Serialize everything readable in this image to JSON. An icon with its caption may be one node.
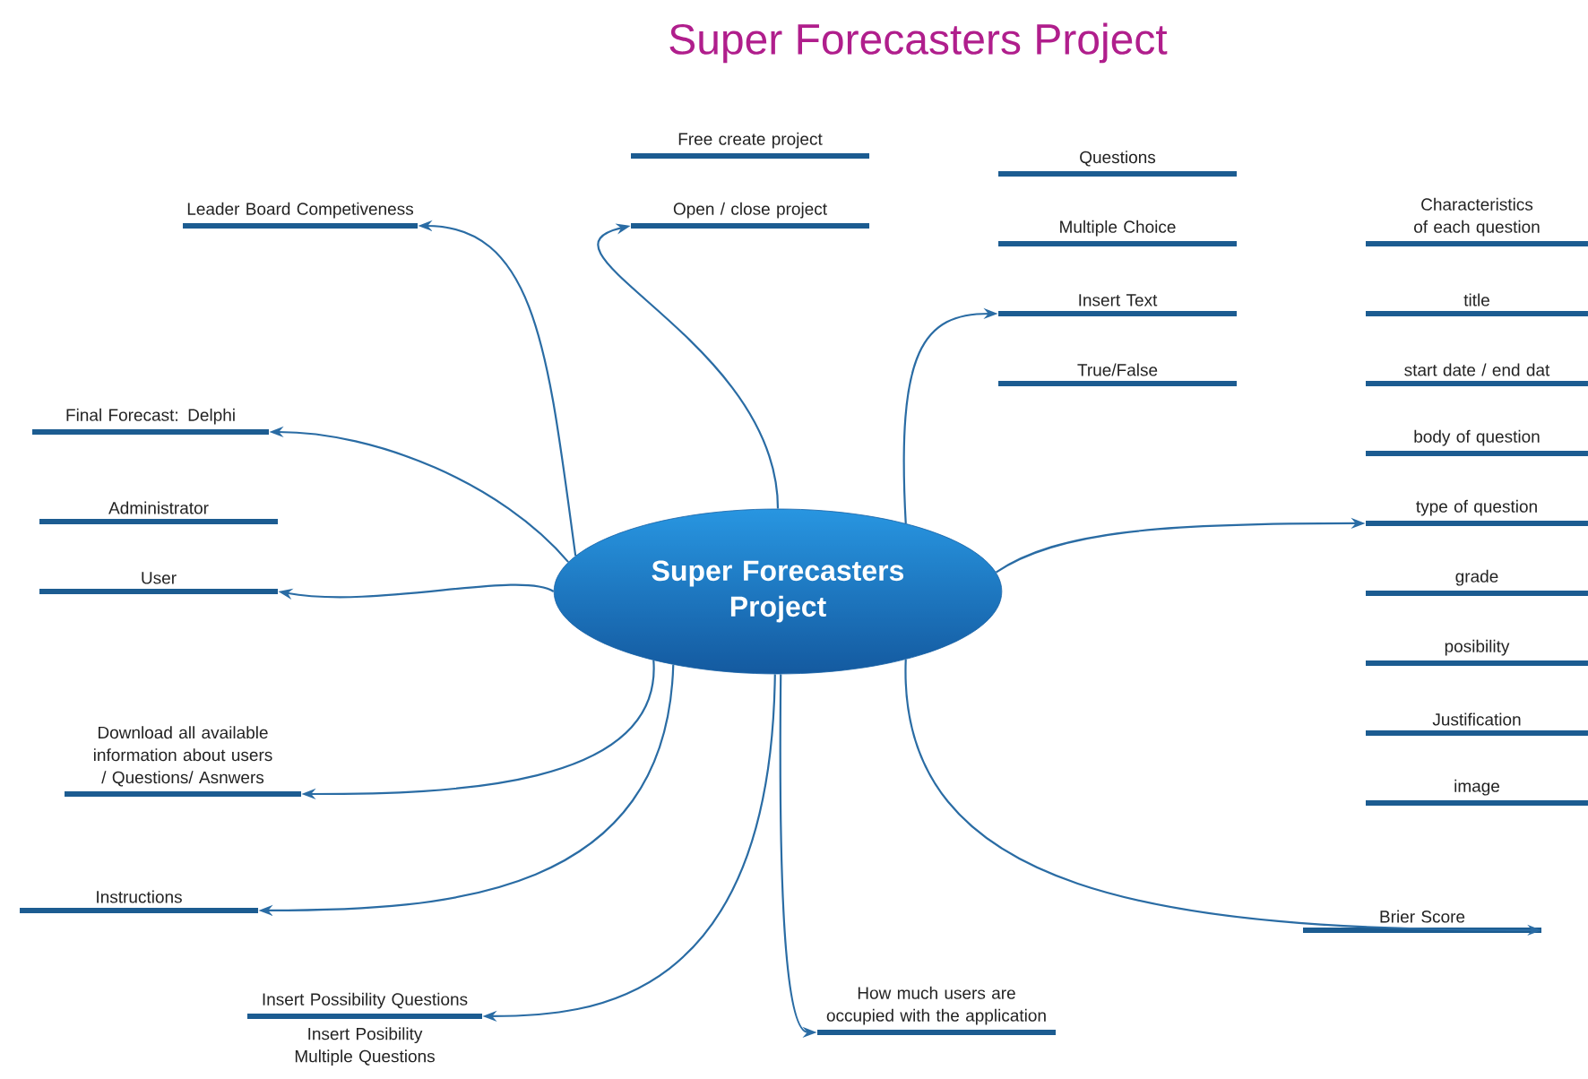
{
  "diagram": {
    "title": "Super Forecasters Project",
    "nodes": [
      {
        "text": [
          "Super Forecasters Project"
        ]
      },
      {
        "text": [
          "Free create project"
        ]
      },
      {
        "text": [
          "Open / close project"
        ]
      },
      {
        "text": [
          "Leader Board Competiveness"
        ]
      },
      {
        "text": [
          "Questions"
        ]
      },
      {
        "text": [
          "Multiple Choice"
        ]
      },
      {
        "text": [
          "Insert Text"
        ]
      },
      {
        "text": [
          "True/False"
        ]
      },
      {
        "text": [
          "Characteristics of each question"
        ]
      },
      {
        "text": [
          "title"
        ]
      },
      {
        "text": [
          "start date / end dat"
        ]
      },
      {
        "text": [
          "body of question"
        ]
      },
      {
        "text": [
          "type of question"
        ]
      },
      {
        "text": [
          "grade"
        ]
      },
      {
        "text": [
          "posibility"
        ]
      },
      {
        "text": [
          "Justification"
        ]
      },
      {
        "text": [
          "image"
        ]
      },
      {
        "text": [
          "Final Forecast: Delphi"
        ]
      },
      {
        "text": [
          "Administrator"
        ]
      },
      {
        "text": [
          "User"
        ]
      },
      {
        "text": [
          "Download all available information about users / Questions/ Asnwers"
        ]
      },
      {
        "text": [
          "Instructions"
        ]
      },
      {
        "text": [
          "Insert Possibility Questions",
          "Insert Posibility Multiple Questions"
        ]
      },
      {
        "text": [
          "How much users are occupied with the application"
        ]
      },
      {
        "text": [
          "Brier Score"
        ]
      }
    ],
    "edges": [
      {
        "from": 0,
        "to": 2,
        "arrow": "to"
      },
      {
        "from": 0,
        "to": 3,
        "arrow": "to"
      },
      {
        "from": 0,
        "to": 6,
        "arrow": "to"
      },
      {
        "from": 0,
        "to": 12,
        "arrow": "to"
      },
      {
        "from": 0,
        "to": 17,
        "arrow": "to"
      },
      {
        "from": 0,
        "to": 19,
        "arrow": "to"
      },
      {
        "from": 0,
        "to": 20,
        "arrow": "to"
      },
      {
        "from": 0,
        "to": 21,
        "arrow": "to"
      },
      {
        "from": 0,
        "to": 22,
        "arrow": "to"
      },
      {
        "from": 0,
        "to": 23,
        "arrow": "to"
      },
      {
        "from": 0,
        "to": 24,
        "arrow": "to"
      }
    ]
  }
}
